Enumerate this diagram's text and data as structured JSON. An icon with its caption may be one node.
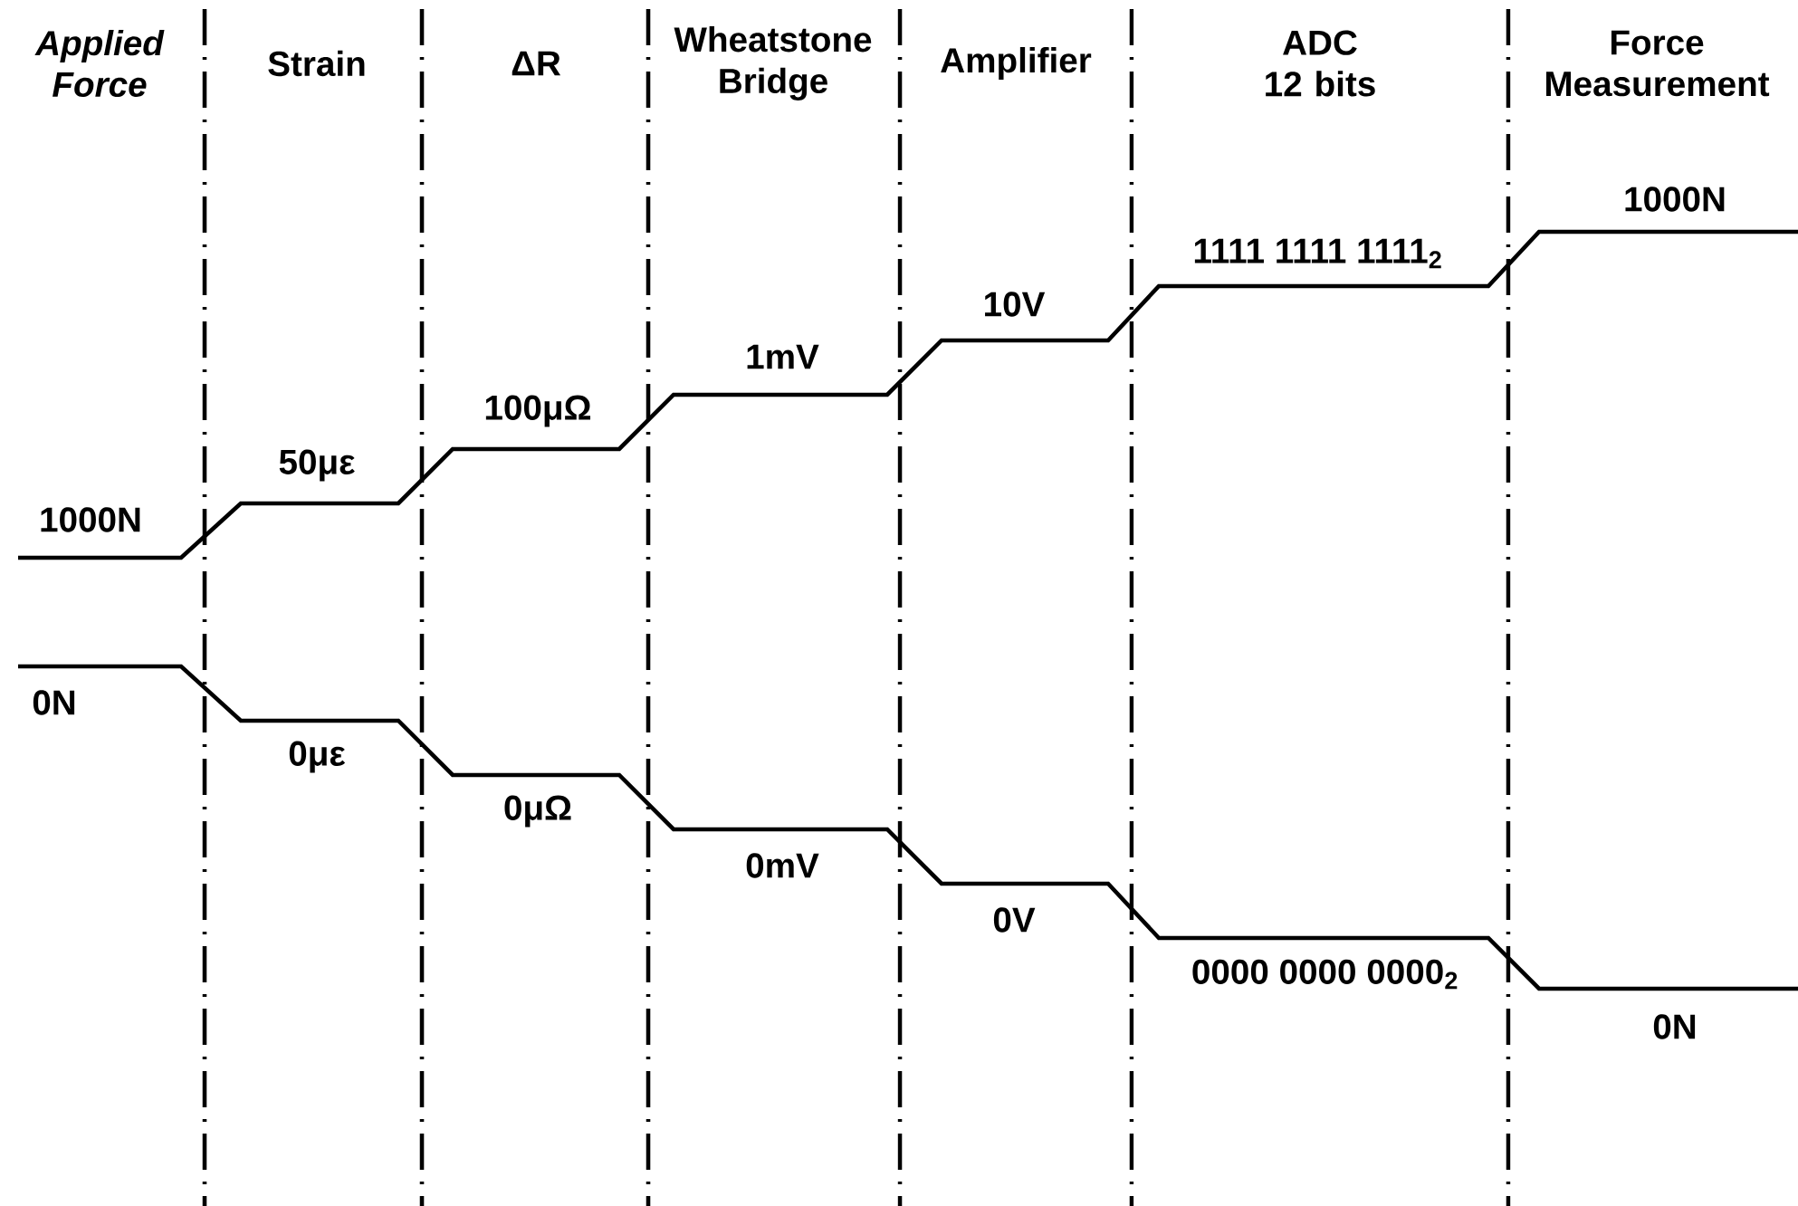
{
  "diagram": {
    "labels": [
      "Applied Force",
      "Strain",
      "ΔR",
      "Wheatstone Bridge",
      "Amplifier",
      "ADC 12 bits",
      "Force Measurement",
      "1000N",
      "50με",
      "100μΩ",
      "1mV",
      "10V",
      "1111 1111 1111$_{2}$",
      "1000N",
      "0N",
      "0με",
      "0μΩ",
      "0mV",
      "0V",
      "0000 0000 0000$_{2}$",
      "0N"
    ]
  }
}
